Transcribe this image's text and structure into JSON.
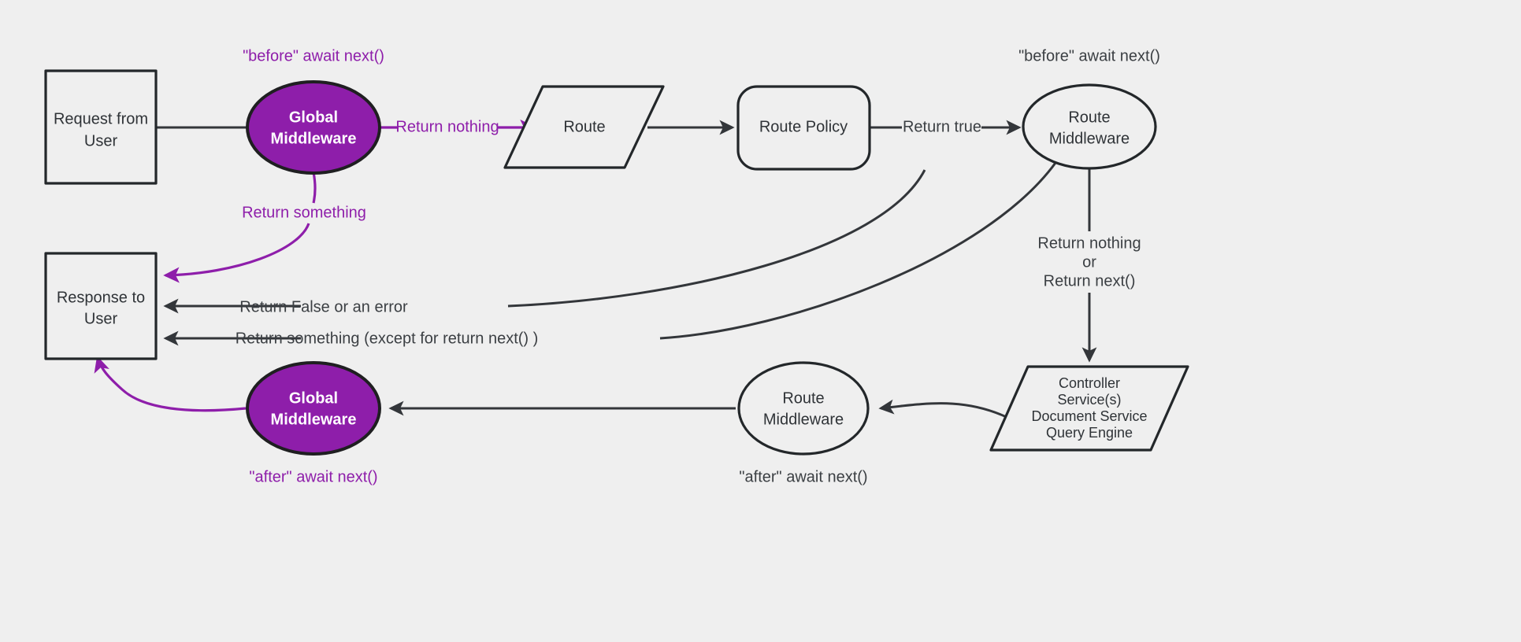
{
  "diagram": {
    "title": "Middleware request lifecycle flow",
    "background_color": "#efefef",
    "accent_color": "#8e1eaa",
    "line_color": "#33363a",
    "text_color": "#2f3337",
    "nodes": [
      {
        "id": "request",
        "label_line1": "Request from",
        "label_line2": "User",
        "shape": "rectangle"
      },
      {
        "id": "global_mw_top",
        "label_line1": "Global",
        "label_line2": "Middleware",
        "shape": "ellipse-filled"
      },
      {
        "id": "route",
        "label_line1": "Route",
        "label_line2": "",
        "shape": "parallelogram"
      },
      {
        "id": "route_policy",
        "label_line1": "Route Policy",
        "label_line2": "",
        "shape": "rounded-rectangle"
      },
      {
        "id": "route_mw_top",
        "label_line1": "Route",
        "label_line2": "Middleware",
        "shape": "ellipse"
      },
      {
        "id": "controller",
        "label_line1": "Controller",
        "label_line2": "Service(s)",
        "label_line3": "Document Service",
        "label_line4": "Query Engine",
        "shape": "parallelogram"
      },
      {
        "id": "route_mw_bottom",
        "label_line1": "Route",
        "label_line2": "Middleware",
        "shape": "ellipse"
      },
      {
        "id": "global_mw_bottom",
        "label_line1": "Global",
        "label_line2": "Middleware",
        "shape": "ellipse-filled"
      },
      {
        "id": "response",
        "label_line1": "Response to",
        "label_line2": "User",
        "shape": "rectangle"
      }
    ],
    "edge_labels": {
      "return_nothing": "Return nothing",
      "return_something": "Return something",
      "return_true": "Return true",
      "return_false_or_error": "Return False or an error",
      "return_something_except": "Return something (except for return next() )",
      "return_nothing_2": "Return nothing",
      "or": "or",
      "return_next": "Return next()"
    },
    "annotations": {
      "before_global": "\"before\" await next()",
      "before_route": "\"before\" await next()",
      "after_global": "\"after\" await next()",
      "after_route": "\"after\" await next()"
    }
  }
}
